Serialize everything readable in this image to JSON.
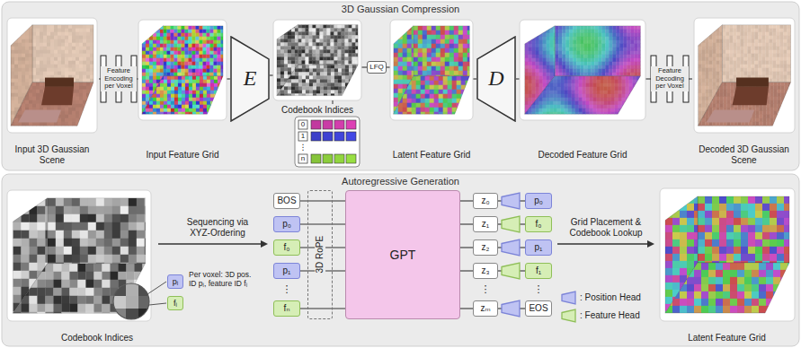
{
  "diagram": {
    "nodes": [
      {
        "text": [
          "3D Gaussian Compression"
        ]
      },
      {
        "text": [
          "Input 3D Gaussian Scene"
        ],
        "in": 0
      },
      {
        "text": [
          "Feature Encoding per Voxel"
        ],
        "in": 0
      },
      {
        "text": [
          "Input Feature Grid"
        ],
        "in": 0
      },
      {
        "text": [
          "E"
        ],
        "in": 0
      },
      {
        "text": [
          "Codebook Indices"
        ],
        "in": 0
      },
      {
        "text": [
          "LFQ"
        ],
        "in": 0
      },
      {
        "text": [
          "Latent Feature Grid"
        ],
        "in": 0
      },
      {
        "text": [
          "D"
        ],
        "in": 0
      },
      {
        "text": [
          "Decoded Feature Grid"
        ],
        "in": 0
      },
      {
        "text": [
          "Feature Decoding per Voxel"
        ],
        "in": 0
      },
      {
        "text": [
          "Decoded 3D Gaussian Scene"
        ],
        "in": 0
      },
      {
        "text": [
          "Autoregressive Generation"
        ]
      },
      {
        "text": [
          "Codebook Indices"
        ],
        "in": 12
      },
      {
        "text": [
          "pᵢ"
        ],
        "in": 13
      },
      {
        "text": [
          "fᵢ"
        ],
        "in": 13
      },
      {
        "text": [
          "BOS"
        ],
        "in": 12
      },
      {
        "text": [
          "p₀"
        ],
        "in": 12
      },
      {
        "text": [
          "f₀"
        ],
        "in": 12
      },
      {
        "text": [
          "p₁"
        ],
        "in": 12
      },
      {
        "text": [
          "fₙ"
        ],
        "in": 12
      },
      {
        "text": [
          "3D RoPE"
        ],
        "in": 12
      },
      {
        "text": [
          "GPT"
        ],
        "in": 12
      },
      {
        "text": [
          "z₀"
        ],
        "in": 12
      },
      {
        "text": [
          "z₁"
        ],
        "in": 12
      },
      {
        "text": [
          "z₂"
        ],
        "in": 12
      },
      {
        "text": [
          "z₃"
        ],
        "in": 12
      },
      {
        "text": [
          "zₘ"
        ],
        "in": 12
      },
      {
        "text": [
          "p₀"
        ],
        "in": 12
      },
      {
        "text": [
          "f₀"
        ],
        "in": 12
      },
      {
        "text": [
          "p₁"
        ],
        "in": 12
      },
      {
        "text": [
          "f₁"
        ],
        "in": 12
      },
      {
        "text": [
          "EOS"
        ],
        "in": 12
      },
      {
        "text": [
          "Latent Feature Grid"
        ],
        "in": 12
      }
    ],
    "edges": [
      {
        "from": 1,
        "to": 2,
        "arrow": "none"
      },
      {
        "from": 2,
        "to": 3,
        "arrow": "none"
      },
      {
        "from": 3,
        "to": 4,
        "arrow": "none"
      },
      {
        "from": 4,
        "to": 5,
        "arrow": "none"
      },
      {
        "from": 5,
        "to": 6,
        "arrow": "none"
      },
      {
        "from": 6,
        "to": 7,
        "arrow": "none"
      },
      {
        "from": 7,
        "to": 8,
        "arrow": "none"
      },
      {
        "from": 8,
        "to": 9,
        "arrow": "none"
      },
      {
        "from": 9,
        "to": 10,
        "arrow": "none"
      },
      {
        "from": 10,
        "to": 11,
        "arrow": "none"
      },
      {
        "from": 16,
        "to": 22,
        "arrow": "none"
      },
      {
        "from": 17,
        "to": 22,
        "arrow": "none"
      },
      {
        "from": 18,
        "to": 22,
        "arrow": "none"
      },
      {
        "from": 19,
        "to": 22,
        "arrow": "none"
      },
      {
        "from": 20,
        "to": 22,
        "arrow": "none"
      },
      {
        "from": 22,
        "to": 23,
        "arrow": "none"
      },
      {
        "from": 22,
        "to": 24,
        "arrow": "none"
      },
      {
        "from": 22,
        "to": 25,
        "arrow": "none"
      },
      {
        "from": 22,
        "to": 26,
        "arrow": "none"
      },
      {
        "from": 22,
        "to": 27,
        "arrow": "none"
      },
      {
        "from": 23,
        "to": 28,
        "arrow": "none"
      },
      {
        "from": 24,
        "to": 29,
        "arrow": "none"
      },
      {
        "from": 25,
        "to": 30,
        "arrow": "none"
      },
      {
        "from": 26,
        "to": 31,
        "arrow": "none"
      },
      {
        "from": 27,
        "to": 32,
        "arrow": "none"
      }
    ],
    "labels": [
      "0",
      "1",
      "⋮",
      "n",
      "Per voxel: 3D pos. ID pᵢ, feature ID fᵢ",
      "Sequencing via XYZ-Ordering",
      "⋮",
      "⋮",
      "⋮",
      "Grid Placement & Codebook Lookup"
    ],
    "legend": [
      {
        "text": ": Position Head"
      },
      {
        "text": ": Feature Head"
      }
    ]
  }
}
